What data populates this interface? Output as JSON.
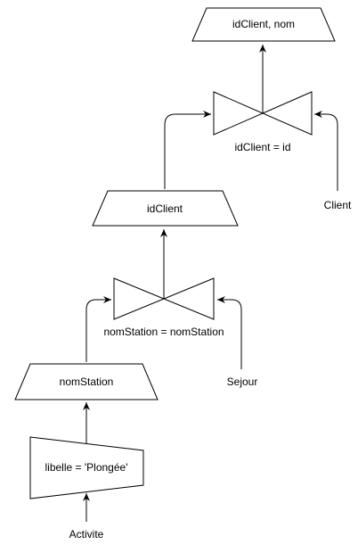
{
  "colors": {
    "stroke": "#000000",
    "fill": "#ffffff",
    "text": "#000000"
  },
  "nodes": {
    "projection_top": "idClient, nom",
    "join_top_condition": "idClient = id",
    "source_client": "Client",
    "projection_mid": "idClient",
    "join_bottom_condition": "nomStation = nomStation",
    "source_sejour": "Sejour",
    "projection_bottom": "nomStation",
    "selection": "libelle = 'Plongée'",
    "source_activite": "Activite"
  }
}
